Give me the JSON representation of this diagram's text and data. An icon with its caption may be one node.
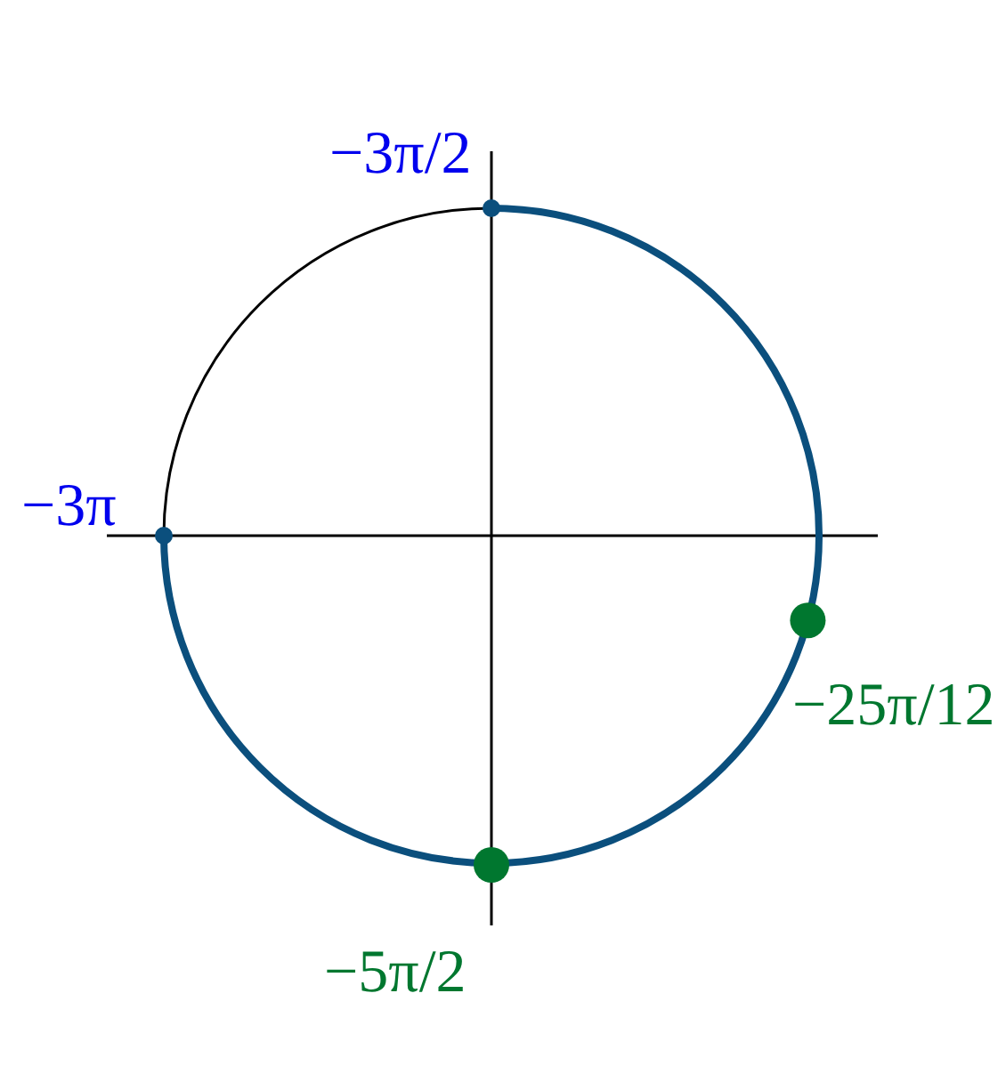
{
  "diagram": {
    "labels": [
      "−3π/2",
      "−3π",
      "−25π/12",
      "−5π/2"
    ]
  }
}
